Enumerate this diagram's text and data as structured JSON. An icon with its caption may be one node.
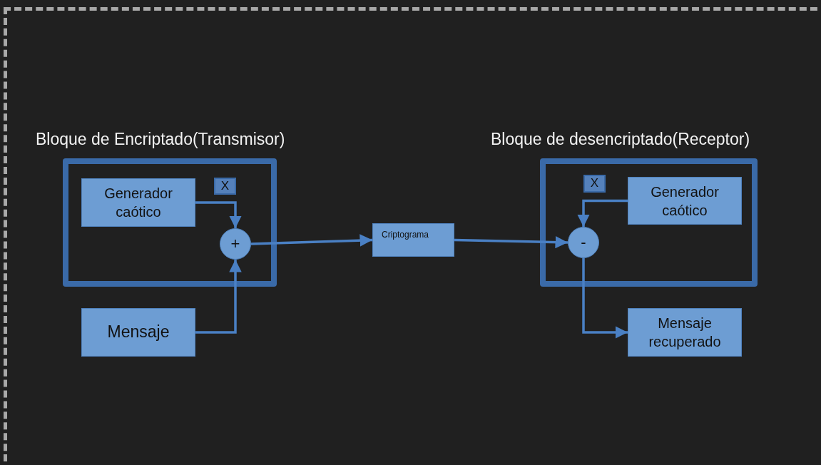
{
  "diagram": {
    "nodes": [
      {
        "text": [
          "Bloque de Encriptado(Transmisor)"
        ]
      },
      {
        "text": [
          "Generador caótico"
        ],
        "in": 0
      },
      {
        "text": [
          "X"
        ],
        "in": 0
      },
      {
        "text": [
          "+"
        ],
        "in": 0
      },
      {
        "text": [
          "Mensaje"
        ]
      },
      {
        "text": [
          "Criptograma"
        ]
      },
      {
        "text": [
          "Bloque de desencriptado(Receptor)"
        ]
      },
      {
        "text": [
          "X"
        ],
        "in": 6
      },
      {
        "text": [
          "Generador caótico"
        ],
        "in": 6
      },
      {
        "text": [
          "-"
        ],
        "in": 6
      },
      {
        "text": [
          "Mensaje recuperado"
        ]
      }
    ],
    "edges": [
      {
        "from": 1,
        "to": 3,
        "arrow": "to"
      },
      {
        "from": 4,
        "to": 3,
        "arrow": "to"
      },
      {
        "from": 3,
        "to": 5,
        "arrow": "to"
      },
      {
        "from": 5,
        "to": 9,
        "arrow": "to"
      },
      {
        "from": 8,
        "to": 9,
        "arrow": "to"
      },
      {
        "from": 9,
        "to": 10,
        "arrow": "to"
      }
    ]
  }
}
